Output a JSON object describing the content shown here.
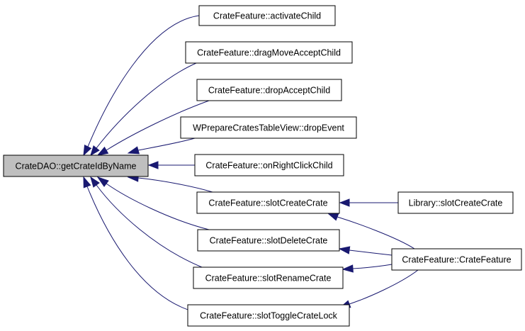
{
  "colors": {
    "root_fill": "#bfbfbf",
    "node_fill": "#ffffff",
    "node_border": "#000000",
    "edge": "#191970"
  },
  "nodes": {
    "getCrateIdByName": "CrateDAO::getCrateIdByName",
    "activateChild": "CrateFeature::activateChild",
    "dragMoveAcceptChild": "CrateFeature::dragMoveAcceptChild",
    "dropAcceptChild": "CrateFeature::dropAcceptChild",
    "dropEvent": "WPrepareCratesTableView::dropEvent",
    "onRightClickChild": "CrateFeature::onRightClickChild",
    "slotCreateCrate": "CrateFeature::slotCreateCrate",
    "slotDeleteCrate": "CrateFeature::slotDeleteCrate",
    "slotRenameCrate": "CrateFeature::slotRenameCrate",
    "slotToggleCrateLock": "CrateFeature::slotToggleCrateLock",
    "librarySlotCreateCrate": "Library::slotCreateCrate",
    "crateFeatureCtor": "CrateFeature::CrateFeature"
  },
  "edges": [
    {
      "from": "activateChild",
      "to": "getCrateIdByName"
    },
    {
      "from": "dragMoveAcceptChild",
      "to": "getCrateIdByName"
    },
    {
      "from": "dropAcceptChild",
      "to": "getCrateIdByName"
    },
    {
      "from": "dropEvent",
      "to": "getCrateIdByName"
    },
    {
      "from": "onRightClickChild",
      "to": "getCrateIdByName"
    },
    {
      "from": "slotCreateCrate",
      "to": "getCrateIdByName"
    },
    {
      "from": "slotDeleteCrate",
      "to": "getCrateIdByName"
    },
    {
      "from": "slotRenameCrate",
      "to": "getCrateIdByName"
    },
    {
      "from": "slotToggleCrateLock",
      "to": "getCrateIdByName"
    },
    {
      "from": "librarySlotCreateCrate",
      "to": "slotCreateCrate"
    },
    {
      "from": "crateFeatureCtor",
      "to": "slotCreateCrate"
    },
    {
      "from": "crateFeatureCtor",
      "to": "slotDeleteCrate"
    },
    {
      "from": "crateFeatureCtor",
      "to": "slotRenameCrate"
    },
    {
      "from": "crateFeatureCtor",
      "to": "slotToggleCrateLock"
    }
  ]
}
